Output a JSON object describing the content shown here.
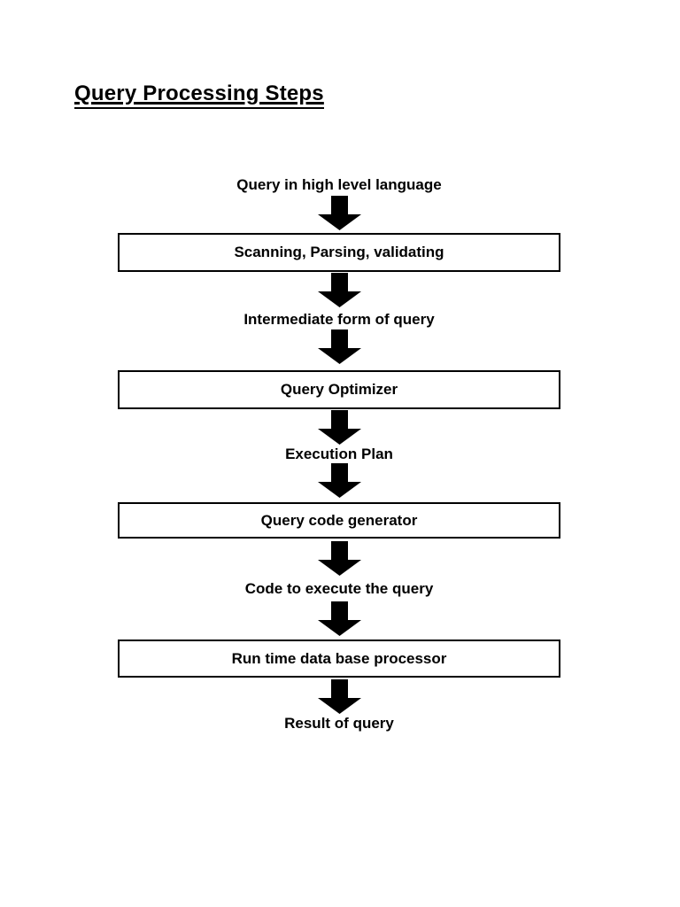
{
  "title": "Query Processing Steps",
  "colors": {
    "background": "#ffffff",
    "ink": "#000000",
    "box_border": "#000000",
    "arrow_fill": "#000000"
  },
  "flowchart": {
    "direction": "top-down",
    "connector": "down-arrow",
    "steps": [
      {
        "type": "text",
        "label": "Query in high level language"
      },
      {
        "type": "box",
        "label": "Scanning, Parsing, validating"
      },
      {
        "type": "text",
        "label": "Intermediate form of query"
      },
      {
        "type": "box",
        "label": "Query Optimizer"
      },
      {
        "type": "text",
        "label": "Execution Plan"
      },
      {
        "type": "box",
        "label": "Query code generator"
      },
      {
        "type": "text",
        "label": "Code to execute the query"
      },
      {
        "type": "box",
        "label": "Run time data base processor"
      },
      {
        "type": "text",
        "label": "Result of query"
      }
    ]
  }
}
